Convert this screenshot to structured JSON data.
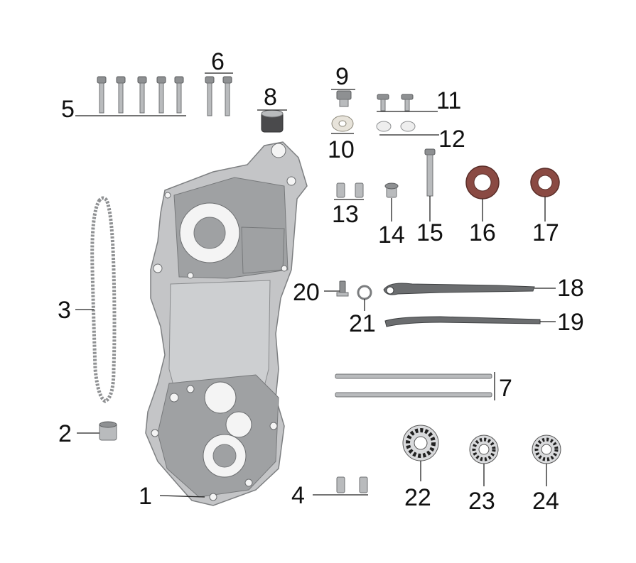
{
  "title": "",
  "callouts": {
    "c1": "1",
    "c2": "2",
    "c3": "3",
    "c4": "4",
    "c5": "5",
    "c6": "6",
    "c7": "7",
    "c8": "8",
    "c9": "9",
    "c10": "10",
    "c11": "11",
    "c12": "12",
    "c13": "13",
    "c14": "14",
    "c15": "15",
    "c16": "16",
    "c17": "17",
    "c18": "18",
    "c19": "19",
    "c20": "20",
    "c21": "21",
    "c22": "22",
    "c23": "23",
    "c24": "24"
  },
  "parts": [
    "crankcase-left",
    "bushing",
    "drive-chain",
    "dowel-pins",
    "flange-bolts-5",
    "flange-bolts-6",
    "rubber-mount",
    "oil-drain-bolt",
    "drain-washer",
    "small-bolts",
    "small-washers",
    "pins-13",
    "guide-pin",
    "long-bolt",
    "oil-seal-16",
    "oil-seal-17",
    "chain-tensioner-arm",
    "chain-guide",
    "tensioner-bolt",
    "o-ring",
    "long-studs",
    "bearing-22",
    "bearing-23",
    "bearing-24"
  ],
  "colors": {
    "metal": "#b9bbbd",
    "seal": "#8a4a43",
    "text": "#111111"
  }
}
